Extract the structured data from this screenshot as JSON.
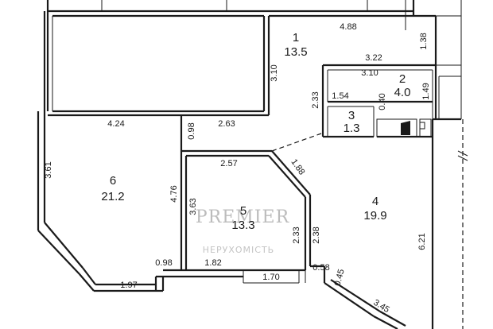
{
  "rooms": [
    {
      "number": "1",
      "area": "13.5"
    },
    {
      "number": "2",
      "area": "4.0"
    },
    {
      "number": "3",
      "area": "1.3"
    },
    {
      "number": "4",
      "area": "19.9"
    },
    {
      "number": "5",
      "area": "13.3"
    },
    {
      "number": "6",
      "area": "21.2"
    }
  ],
  "dimensions": [
    "4.88",
    "1.38",
    "3.22",
    "3.10",
    "3.10",
    "1.49",
    "0.40",
    "1.54",
    "2.33",
    "4.24",
    "0.98",
    "2.63",
    "2.57",
    "1.88",
    "3.61",
    "4.76",
    "3.63",
    "2.33",
    "2.38",
    "6.21",
    "0.98",
    "1.82",
    "1.70",
    "0.58",
    "0.45",
    "1.97",
    "3.45"
  ],
  "watermark": {
    "brand": "PREMIER",
    "subtitle": "НЕРУХОМІСТЬ"
  }
}
